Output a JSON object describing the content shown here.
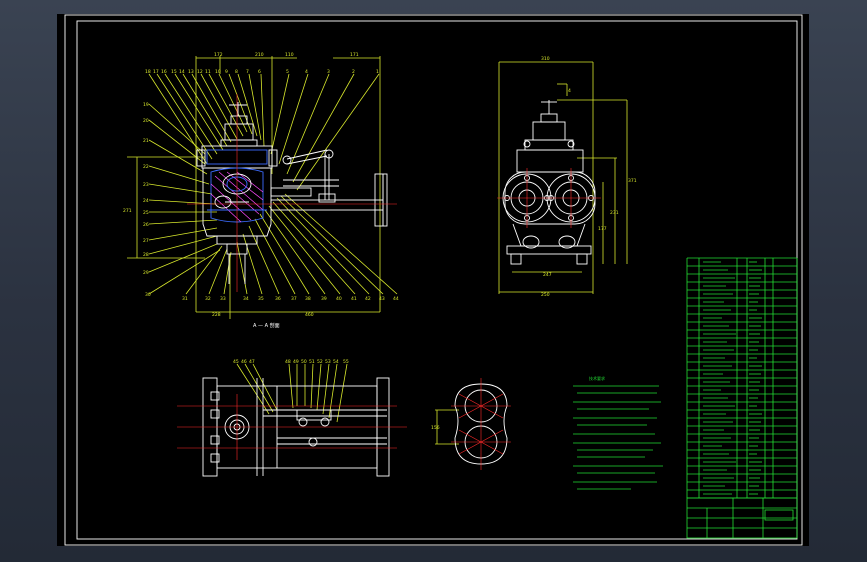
{
  "view": {
    "background": "#000000",
    "frame_color": "#ffffff",
    "colors": {
      "dimension": "#d8e82c",
      "outline": "#ffffff",
      "title_block": "#22dd33",
      "centerline": "#ff2a2a",
      "hatch": "#ff4aff",
      "section_fill": "#3c6cff"
    }
  },
  "drawing": {
    "section_label": "A — A 剖面",
    "notes_title": "技术要求",
    "parts_table_rows": 30,
    "title_block": {
      "company_box": "",
      "drawing_name": "",
      "drawing_no": ""
    },
    "dims": {
      "front_top": [
        "172",
        "210",
        "110",
        "171"
      ],
      "front_left": "271",
      "front_bottom": [
        "228",
        "460"
      ],
      "side_top": "310",
      "side_right": [
        "371",
        "231",
        "177"
      ],
      "side_bottom": [
        "247",
        "250"
      ],
      "side_flag": "4",
      "lobe_left": "156"
    }
  }
}
